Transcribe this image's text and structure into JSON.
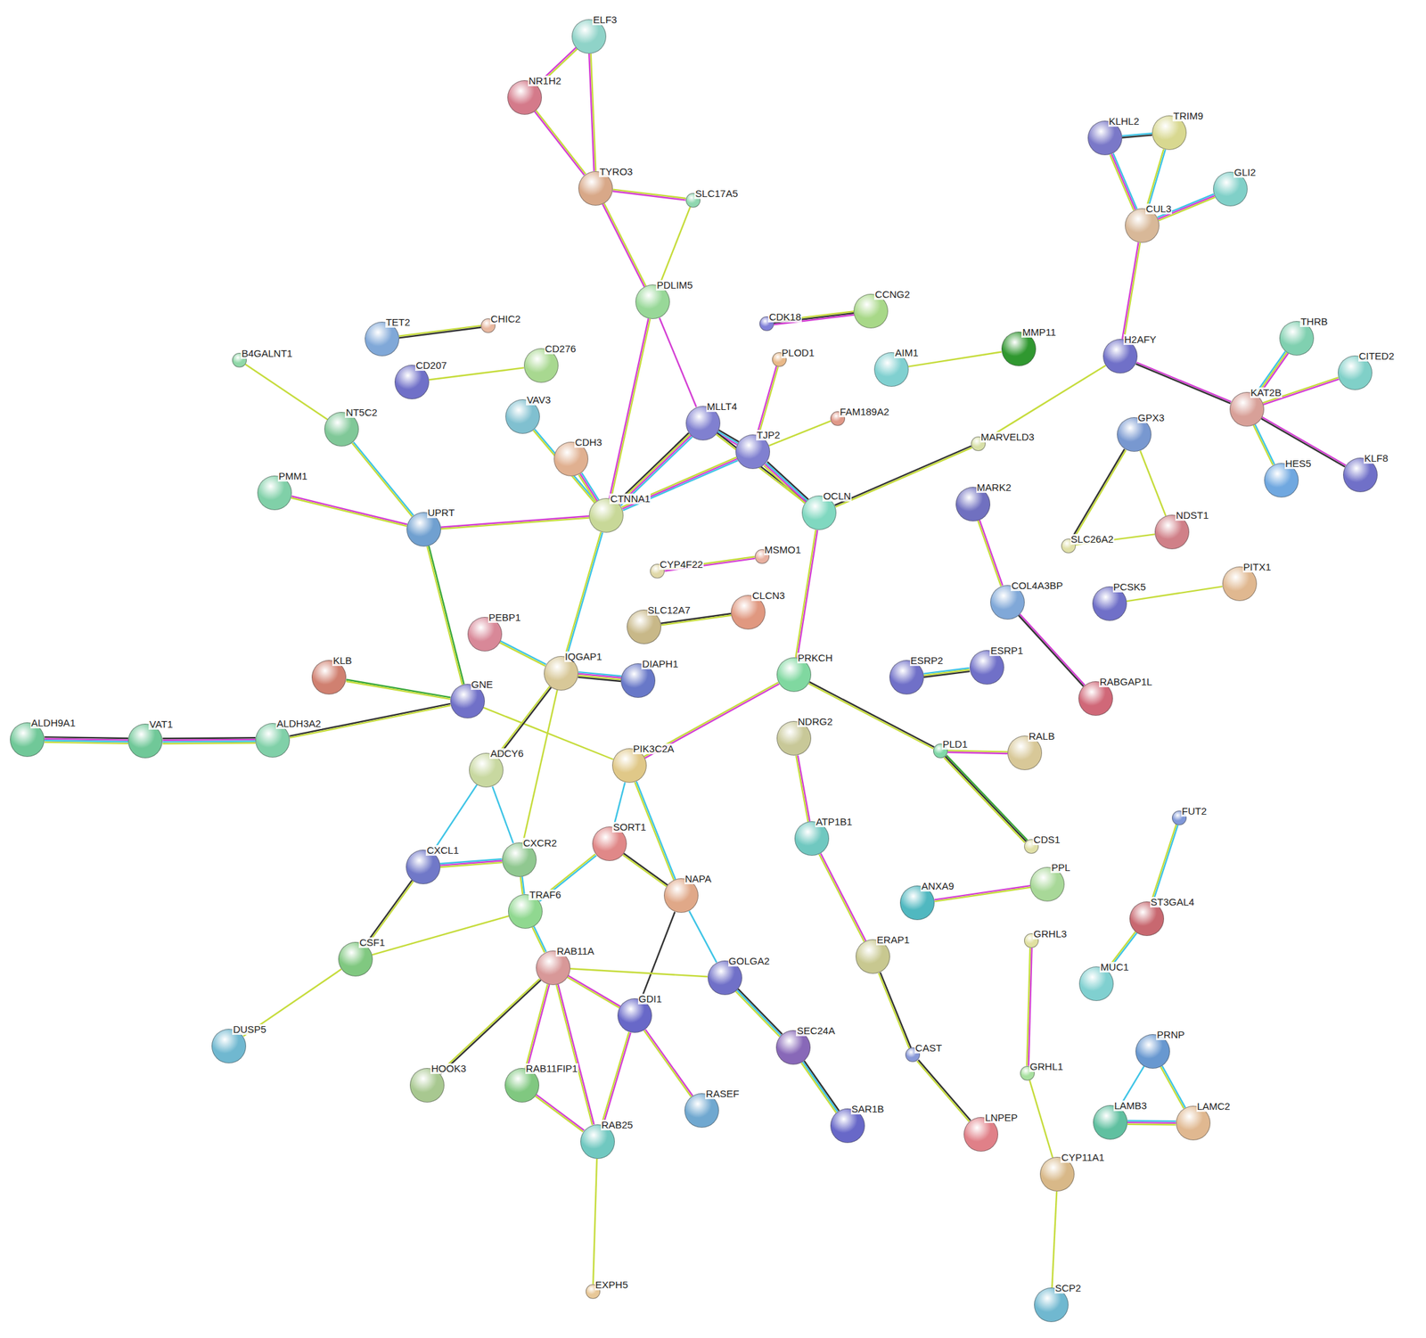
{
  "diagram": {
    "nodes": [
      {
        "text": [
          "ELF3"
        ]
      },
      {
        "text": [
          "NR1H2"
        ]
      },
      {
        "text": [
          "TYRO3"
        ]
      },
      {
        "text": [
          "SLC17A5"
        ]
      },
      {
        "text": [
          "PDLIM5"
        ]
      },
      {
        "text": [
          "KLHL2"
        ]
      },
      {
        "text": [
          "TRIM9"
        ]
      },
      {
        "text": [
          "GLI2"
        ]
      },
      {
        "text": [
          "CUL3"
        ]
      },
      {
        "text": [
          "TET2"
        ]
      },
      {
        "text": [
          "CHIC2"
        ]
      },
      {
        "text": [
          "CD207"
        ]
      },
      {
        "text": [
          "CD276"
        ]
      },
      {
        "text": [
          "B4GALNT1"
        ]
      },
      {
        "text": [
          "CDK18"
        ]
      },
      {
        "text": [
          "CCNG2"
        ]
      },
      {
        "text": [
          "PLOD1"
        ]
      },
      {
        "text": [
          "AIM1"
        ]
      },
      {
        "text": [
          "MMP11"
        ]
      },
      {
        "text": [
          "H2AFY"
        ]
      },
      {
        "text": [
          "THRB"
        ]
      },
      {
        "text": [
          "CITED2"
        ]
      },
      {
        "text": [
          "NT5C2"
        ]
      },
      {
        "text": [
          "VAV3"
        ]
      },
      {
        "text": [
          "CDH3"
        ]
      },
      {
        "text": [
          "MLLT4"
        ]
      },
      {
        "text": [
          "FAM189A2"
        ]
      },
      {
        "text": [
          "MARVELD3"
        ]
      },
      {
        "text": [
          "KAT2B"
        ]
      },
      {
        "text": [
          "GPX3"
        ]
      },
      {
        "text": [
          "HES5"
        ]
      },
      {
        "text": [
          "KLF8"
        ]
      },
      {
        "text": [
          "PMM1"
        ]
      },
      {
        "text": [
          "UPRT"
        ]
      },
      {
        "text": [
          "CTNNA1"
        ]
      },
      {
        "text": [
          "TJP2"
        ]
      },
      {
        "text": [
          "OCLN"
        ]
      },
      {
        "text": [
          "MARK2"
        ]
      },
      {
        "text": [
          "NDST1"
        ]
      },
      {
        "text": [
          "SLC26A2"
        ]
      },
      {
        "text": [
          "CYP4F22"
        ]
      },
      {
        "text": [
          "MSMO1"
        ]
      },
      {
        "text": [
          "COL4A3BP"
        ]
      },
      {
        "text": [
          "PCSK5"
        ]
      },
      {
        "text": [
          "PITX1"
        ]
      },
      {
        "text": [
          "SLC12A7"
        ]
      },
      {
        "text": [
          "CLCN3"
        ]
      },
      {
        "text": [
          "PEBP1"
        ]
      },
      {
        "text": [
          "IQGAP1"
        ]
      },
      {
        "text": [
          "DIAPH1"
        ]
      },
      {
        "text": [
          "PRKCH"
        ]
      },
      {
        "text": [
          "ESRP2"
        ]
      },
      {
        "text": [
          "ESRP1"
        ]
      },
      {
        "text": [
          "RABGAP1L"
        ]
      },
      {
        "text": [
          "KLB"
        ]
      },
      {
        "text": [
          "GNE"
        ]
      },
      {
        "text": [
          "ALDH9A1"
        ]
      },
      {
        "text": [
          "VAT1"
        ]
      },
      {
        "text": [
          "ALDH3A2"
        ]
      },
      {
        "text": [
          "ADCY6"
        ]
      },
      {
        "text": [
          "PIK3C2A"
        ]
      },
      {
        "text": [
          "NDRG2"
        ]
      },
      {
        "text": [
          "PLD1"
        ]
      },
      {
        "text": [
          "RALB"
        ]
      },
      {
        "text": [
          "SORT1"
        ]
      },
      {
        "text": [
          "CXCL1"
        ]
      },
      {
        "text": [
          "CXCR2"
        ]
      },
      {
        "text": [
          "ATP1B1"
        ]
      },
      {
        "text": [
          "CDS1"
        ]
      },
      {
        "text": [
          "ANXA9"
        ]
      },
      {
        "text": [
          "PPL"
        ]
      },
      {
        "text": [
          "FUT2"
        ]
      },
      {
        "text": [
          "TRAF6"
        ]
      },
      {
        "text": [
          "NAPA"
        ]
      },
      {
        "text": [
          "GRHL3"
        ]
      },
      {
        "text": [
          "ST3GAL4"
        ]
      },
      {
        "text": [
          "CSF1"
        ]
      },
      {
        "text": [
          "RAB11A"
        ]
      },
      {
        "text": [
          "GOLGA2"
        ]
      },
      {
        "text": [
          "ERAP1"
        ]
      },
      {
        "text": [
          "MUC1"
        ]
      },
      {
        "text": [
          "PRNP"
        ]
      },
      {
        "text": [
          "GDI1"
        ]
      },
      {
        "text": [
          "SEC24A"
        ]
      },
      {
        "text": [
          "DUSP5"
        ]
      },
      {
        "text": [
          "CAST"
        ]
      },
      {
        "text": [
          "GRHL1"
        ]
      },
      {
        "text": [
          "HOOK3"
        ]
      },
      {
        "text": [
          "RAB11FIP1"
        ]
      },
      {
        "text": [
          "RASEF"
        ]
      },
      {
        "text": [
          "SAR1B"
        ]
      },
      {
        "text": [
          "LAMB3"
        ]
      },
      {
        "text": [
          "LAMC2"
        ]
      },
      {
        "text": [
          "LNPEP"
        ]
      },
      {
        "text": [
          "RAB25"
        ]
      },
      {
        "text": [
          "CYP11A1"
        ]
      },
      {
        "text": [
          "EXPH5"
        ]
      },
      {
        "text": [
          "SCP2"
        ]
      }
    ],
    "edges": [
      {
        "from": 0,
        "to": 1,
        "arrow": "none"
      },
      {
        "from": 0,
        "to": 2,
        "arrow": "none"
      },
      {
        "from": 1,
        "to": 2,
        "arrow": "none"
      },
      {
        "from": 2,
        "to": 3,
        "arrow": "none"
      },
      {
        "from": 2,
        "to": 4,
        "arrow": "none"
      },
      {
        "from": 3,
        "to": 4,
        "arrow": "none"
      },
      {
        "from": 4,
        "to": 34,
        "arrow": "none"
      },
      {
        "from": 4,
        "to": 25,
        "arrow": "none"
      },
      {
        "from": 5,
        "to": 6,
        "arrow": "none"
      },
      {
        "from": 5,
        "to": 8,
        "arrow": "none"
      },
      {
        "from": 6,
        "to": 8,
        "arrow": "none"
      },
      {
        "from": 8,
        "to": 7,
        "arrow": "none"
      },
      {
        "from": 8,
        "to": 19,
        "arrow": "none"
      },
      {
        "from": 9,
        "to": 10,
        "arrow": "none"
      },
      {
        "from": 11,
        "to": 12,
        "arrow": "none"
      },
      {
        "from": 13,
        "to": 22,
        "arrow": "none"
      },
      {
        "from": 14,
        "to": 15,
        "arrow": "none"
      },
      {
        "from": 17,
        "to": 18,
        "arrow": "none"
      },
      {
        "from": 19,
        "to": 27,
        "arrow": "none"
      },
      {
        "from": 19,
        "to": 28,
        "arrow": "none"
      },
      {
        "from": 28,
        "to": 20,
        "arrow": "none"
      },
      {
        "from": 28,
        "to": 21,
        "arrow": "none"
      },
      {
        "from": 28,
        "to": 30,
        "arrow": "none"
      },
      {
        "from": 28,
        "to": 31,
        "arrow": "none"
      },
      {
        "from": 22,
        "to": 33,
        "arrow": "none"
      },
      {
        "from": 23,
        "to": 34,
        "arrow": "none"
      },
      {
        "from": 24,
        "to": 34,
        "arrow": "none"
      },
      {
        "from": 16,
        "to": 35,
        "arrow": "none"
      },
      {
        "from": 26,
        "to": 35,
        "arrow": "none"
      },
      {
        "from": 27,
        "to": 36,
        "arrow": "none"
      },
      {
        "from": 25,
        "to": 34,
        "arrow": "none"
      },
      {
        "from": 25,
        "to": 35,
        "arrow": "none"
      },
      {
        "from": 25,
        "to": 36,
        "arrow": "none"
      },
      {
        "from": 35,
        "to": 34,
        "arrow": "none"
      },
      {
        "from": 35,
        "to": 36,
        "arrow": "none"
      },
      {
        "from": 29,
        "to": 39,
        "arrow": "none"
      },
      {
        "from": 29,
        "to": 38,
        "arrow": "none"
      },
      {
        "from": 39,
        "to": 38,
        "arrow": "none"
      },
      {
        "from": 32,
        "to": 33,
        "arrow": "none"
      },
      {
        "from": 33,
        "to": 34,
        "arrow": "none"
      },
      {
        "from": 33,
        "to": 55,
        "arrow": "none"
      },
      {
        "from": 34,
        "to": 48,
        "arrow": "none"
      },
      {
        "from": 36,
        "to": 50,
        "arrow": "none"
      },
      {
        "from": 37,
        "to": 42,
        "arrow": "none"
      },
      {
        "from": 42,
        "to": 53,
        "arrow": "none"
      },
      {
        "from": 43,
        "to": 44,
        "arrow": "none"
      },
      {
        "from": 40,
        "to": 41,
        "arrow": "none"
      },
      {
        "from": 45,
        "to": 46,
        "arrow": "none"
      },
      {
        "from": 47,
        "to": 48,
        "arrow": "none"
      },
      {
        "from": 48,
        "to": 49,
        "arrow": "none"
      },
      {
        "from": 51,
        "to": 52,
        "arrow": "none"
      },
      {
        "from": 54,
        "to": 55,
        "arrow": "none"
      },
      {
        "from": 56,
        "to": 57,
        "arrow": "none"
      },
      {
        "from": 57,
        "to": 58,
        "arrow": "none"
      },
      {
        "from": 58,
        "to": 55,
        "arrow": "none"
      },
      {
        "from": 55,
        "to": 60,
        "arrow": "none"
      },
      {
        "from": 48,
        "to": 59,
        "arrow": "none"
      },
      {
        "from": 48,
        "to": 66,
        "arrow": "none"
      },
      {
        "from": 50,
        "to": 60,
        "arrow": "none"
      },
      {
        "from": 50,
        "to": 62,
        "arrow": "none"
      },
      {
        "from": 61,
        "to": 67,
        "arrow": "none"
      },
      {
        "from": 62,
        "to": 63,
        "arrow": "none"
      },
      {
        "from": 62,
        "to": 68,
        "arrow": "none"
      },
      {
        "from": 59,
        "to": 65,
        "arrow": "none"
      },
      {
        "from": 59,
        "to": 66,
        "arrow": "none"
      },
      {
        "from": 60,
        "to": 64,
        "arrow": "none"
      },
      {
        "from": 60,
        "to": 73,
        "arrow": "none"
      },
      {
        "from": 65,
        "to": 66,
        "arrow": "none"
      },
      {
        "from": 65,
        "to": 76,
        "arrow": "none"
      },
      {
        "from": 66,
        "to": 72,
        "arrow": "none"
      },
      {
        "from": 64,
        "to": 72,
        "arrow": "none"
      },
      {
        "from": 64,
        "to": 73,
        "arrow": "none"
      },
      {
        "from": 67,
        "to": 79,
        "arrow": "none"
      },
      {
        "from": 69,
        "to": 70,
        "arrow": "none"
      },
      {
        "from": 71,
        "to": 75,
        "arrow": "none"
      },
      {
        "from": 75,
        "to": 80,
        "arrow": "none"
      },
      {
        "from": 72,
        "to": 76,
        "arrow": "none"
      },
      {
        "from": 72,
        "to": 77,
        "arrow": "none"
      },
      {
        "from": 73,
        "to": 82,
        "arrow": "none"
      },
      {
        "from": 73,
        "to": 78,
        "arrow": "none"
      },
      {
        "from": 74,
        "to": 86,
        "arrow": "none"
      },
      {
        "from": 76,
        "to": 84,
        "arrow": "none"
      },
      {
        "from": 77,
        "to": 78,
        "arrow": "none"
      },
      {
        "from": 77,
        "to": 82,
        "arrow": "none"
      },
      {
        "from": 77,
        "to": 87,
        "arrow": "none"
      },
      {
        "from": 77,
        "to": 88,
        "arrow": "none"
      },
      {
        "from": 77,
        "to": 94,
        "arrow": "none"
      },
      {
        "from": 78,
        "to": 83,
        "arrow": "none"
      },
      {
        "from": 79,
        "to": 85,
        "arrow": "none"
      },
      {
        "from": 81,
        "to": 91,
        "arrow": "none"
      },
      {
        "from": 81,
        "to": 92,
        "arrow": "none"
      },
      {
        "from": 91,
        "to": 92,
        "arrow": "none"
      },
      {
        "from": 82,
        "to": 94,
        "arrow": "none"
      },
      {
        "from": 82,
        "to": 89,
        "arrow": "none"
      },
      {
        "from": 83,
        "to": 90,
        "arrow": "none"
      },
      {
        "from": 85,
        "to": 93,
        "arrow": "none"
      },
      {
        "from": 86,
        "to": 95,
        "arrow": "none"
      },
      {
        "from": 88,
        "to": 94,
        "arrow": "none"
      },
      {
        "from": 94,
        "to": 96,
        "arrow": "none"
      },
      {
        "from": 95,
        "to": 97,
        "arrow": "none"
      }
    ]
  }
}
